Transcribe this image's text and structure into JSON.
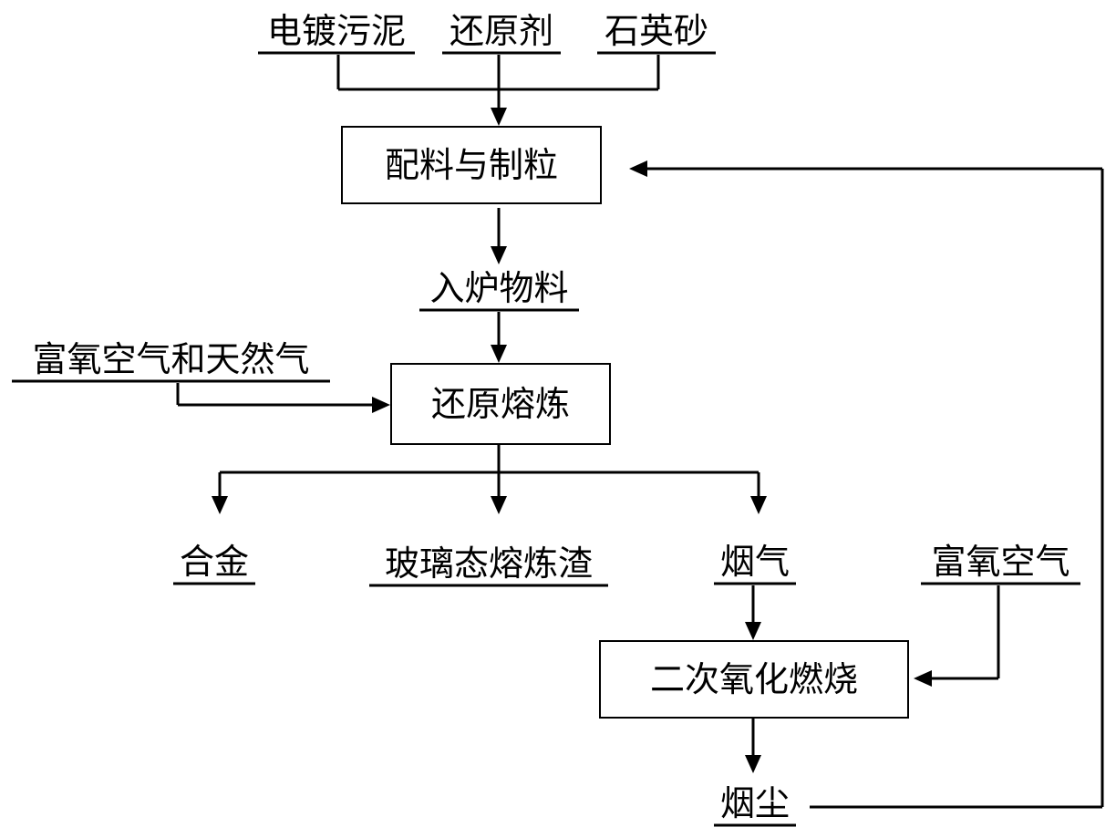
{
  "inputs": {
    "sludge": "电镀污泥",
    "reductant": "还原剂",
    "quartz": "石英砂"
  },
  "processes": {
    "batching": "配料与制粒",
    "smelting": "还原熔炼",
    "combustion": "二次氧化燃烧"
  },
  "materials": {
    "furnace_feed": "入炉物料",
    "oxygen_gas": "富氧空气和天然气",
    "alloy": "合金",
    "slag": "玻璃态熔炼渣",
    "flue_gas": "烟气",
    "oxygen_air": "富氧空气",
    "dust": "烟尘"
  }
}
